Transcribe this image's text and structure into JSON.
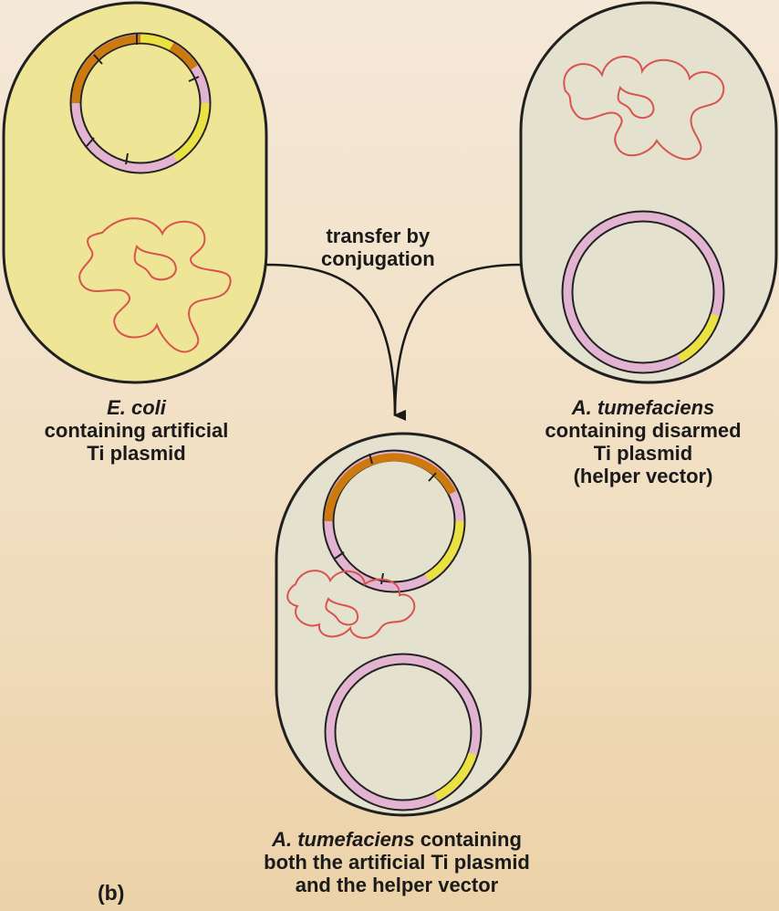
{
  "figure": {
    "panel_letter": "(b)",
    "transfer_label": {
      "line1": "transfer by",
      "line2": "conjugation"
    },
    "ecoli_label": {
      "name": "E. coli",
      "line2": "containing artificial",
      "line3": "Ti plasmid"
    },
    "agro_label": {
      "name": "A. tumefaciens",
      "line2": "containing disarmed",
      "line3": "Ti plasmid",
      "line4": "(helper vector)"
    },
    "result_label": {
      "name": "A. tumefaciens",
      "line1_rest": " containing",
      "line2": "both the artificial Ti plasmid",
      "line3": "and the helper vector"
    }
  },
  "colors": {
    "ecoli_cell_fill": "#eee597",
    "agro_cell_fill": "#e4e2ce",
    "cell_outline": "#202020",
    "chromosome": "#d9534f",
    "plasmid_ring": "#e3b3d2",
    "t_dna_segment": "#cc7a10",
    "vir_segment": "#e9e241"
  }
}
